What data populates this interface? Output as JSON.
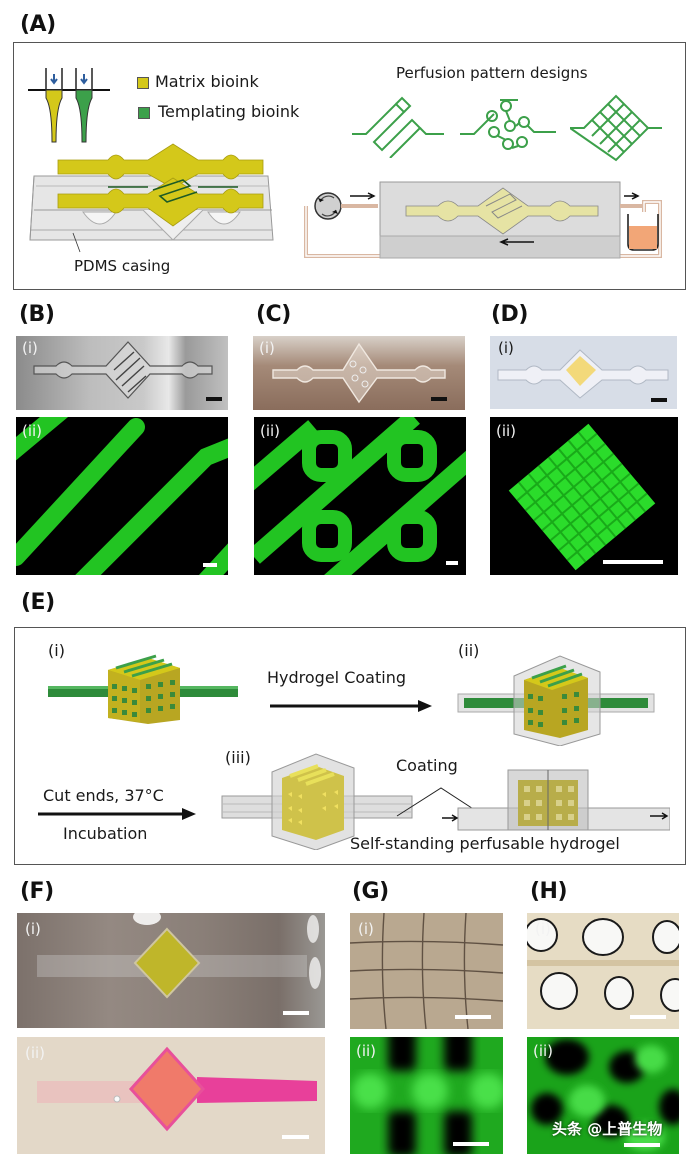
{
  "panels": {
    "A": {
      "letter": "(A)",
      "legend": [
        {
          "label": "Matrix bioink",
          "color": "#d4c81a"
        },
        {
          "label": "Templating bioink",
          "color": "#3ca04a"
        }
      ],
      "casing_label": "PDMS casing",
      "perfusion_title": "Perfusion pattern designs",
      "pattern_designs": [
        "serpentine",
        "branched-circles",
        "grid"
      ]
    },
    "B": {
      "letter": "(B)",
      "sub_i": "(i)",
      "sub_ii": "(ii)"
    },
    "C": {
      "letter": "(C)",
      "sub_i": "(i)",
      "sub_ii": "(ii)"
    },
    "D": {
      "letter": "(D)",
      "sub_i": "(i)",
      "sub_ii": "(ii)"
    },
    "E": {
      "letter": "(E)",
      "sub_i": "(i)",
      "sub_ii": "(ii)",
      "sub_iii": "(iii)",
      "arrow1_label": "Hydrogel Coating",
      "arrow2_label_top": "Cut ends, 37°C",
      "arrow2_label_bottom": "Incubation",
      "coating_label": "Coating",
      "result_label": "Self-standing perfusable hydrogel"
    },
    "F": {
      "letter": "(F)",
      "sub_i": "(i)",
      "sub_ii": "(ii)"
    },
    "G": {
      "letter": "(G)",
      "sub_i": "(i)",
      "sub_ii": "(ii)"
    },
    "H": {
      "letter": "(H)",
      "sub_i": "(i)",
      "sub_ii": "(ii)"
    }
  },
  "watermark": "头条 @上普生物",
  "colors": {
    "matrix_yellow": "#d4c81a",
    "template_green": "#3ca04a",
    "fluor_green": "#22d422",
    "box_border": "#555555"
  }
}
